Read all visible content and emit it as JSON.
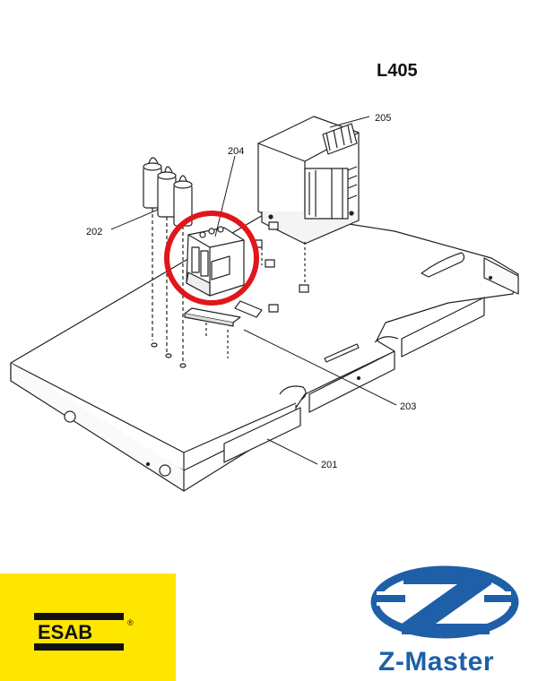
{
  "diagram": {
    "model_code": "L405",
    "callouts": {
      "c201": "201",
      "c202": "202",
      "c203": "203",
      "c204": "204",
      "c205": "205"
    }
  },
  "logos": {
    "left_brand": "ESAB",
    "left_registered": "®",
    "left_color": "#ffe600",
    "right_brand": "Z-Master",
    "right_color": "#1e5fa8"
  },
  "highlight": {
    "color": "#e0161b",
    "target": "204"
  }
}
